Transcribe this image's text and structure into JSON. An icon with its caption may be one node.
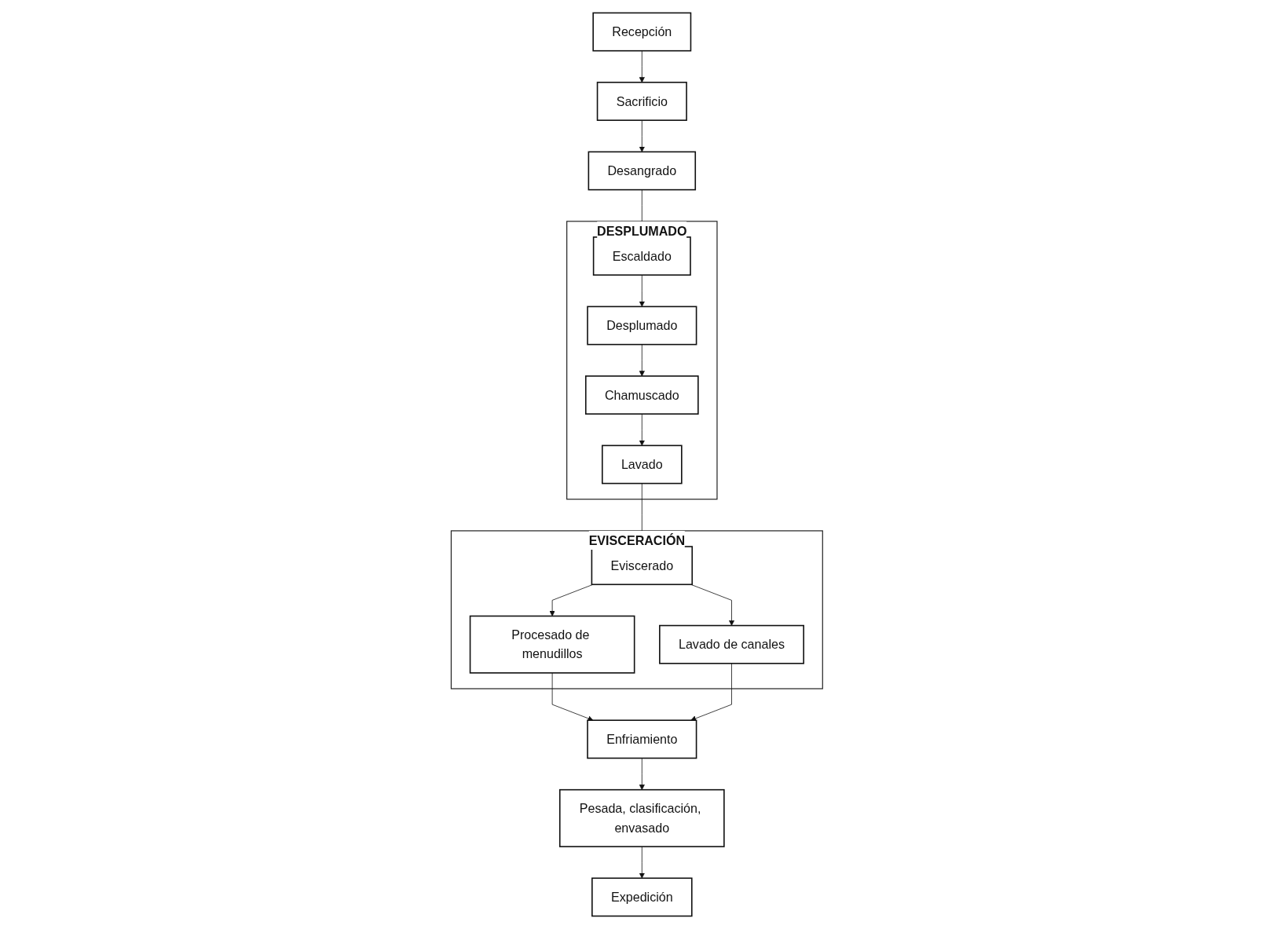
{
  "diagram": {
    "nodes": [
      {
        "text": [
          "Recepción"
        ]
      },
      {
        "text": [
          "Sacrificio"
        ]
      },
      {
        "text": [
          "Desangrado"
        ]
      },
      {
        "text": [
          "DESPLUMADO"
        ]
      },
      {
        "text": [
          "Escaldado"
        ],
        "in": 3
      },
      {
        "text": [
          "Desplumado"
        ],
        "in": 3
      },
      {
        "text": [
          "Chamuscado"
        ],
        "in": 3
      },
      {
        "text": [
          "Lavado"
        ],
        "in": 3
      },
      {
        "text": [
          "EVISCERACIÓN"
        ]
      },
      {
        "text": [
          "Procesado de menudillos"
        ],
        "in": 8
      },
      {
        "text": [
          "Eviscerado"
        ],
        "in": 8
      },
      {
        "text": [
          "Lavado de canales"
        ],
        "in": 8
      },
      {
        "text": [
          "Enfriamiento"
        ]
      },
      {
        "text": [
          "Pesada, clasificación, envasado"
        ]
      },
      {
        "text": [
          "Expedición"
        ]
      }
    ],
    "edges": [
      {
        "from": 0,
        "to": 1,
        "arrow": "to"
      },
      {
        "from": 1,
        "to": 2,
        "arrow": "to"
      },
      {
        "from": 2,
        "to": 4,
        "arrow": "to"
      },
      {
        "from": 4,
        "to": 5,
        "arrow": "to"
      },
      {
        "from": 5,
        "to": 6,
        "arrow": "to"
      },
      {
        "from": 6,
        "to": 7,
        "arrow": "to"
      },
      {
        "from": 7,
        "to": 10,
        "arrow": "to"
      },
      {
        "from": 10,
        "to": 9,
        "arrow": "to"
      },
      {
        "from": 10,
        "to": 11,
        "arrow": "to"
      },
      {
        "from": 9,
        "to": 12,
        "arrow": "to"
      },
      {
        "from": 11,
        "to": 12,
        "arrow": "to"
      },
      {
        "from": 12,
        "to": 13,
        "arrow": "to"
      },
      {
        "from": 13,
        "to": 14,
        "arrow": "to"
      }
    ]
  }
}
